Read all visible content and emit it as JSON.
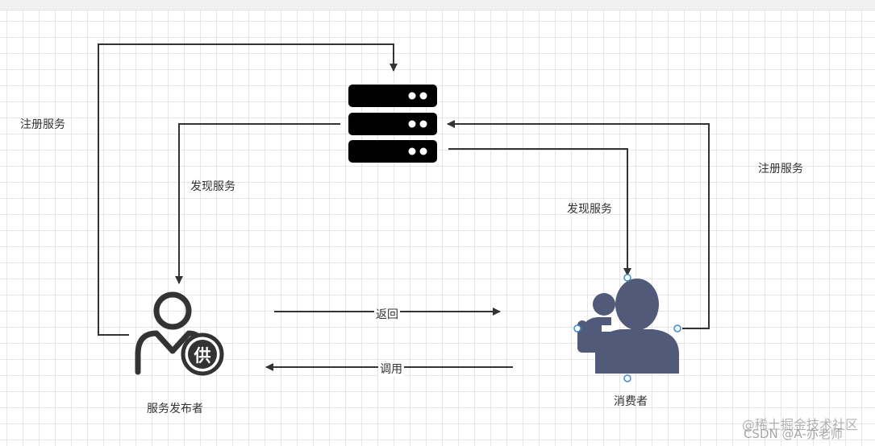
{
  "labels": {
    "register_left": "注册服务",
    "register_right": "注册服务",
    "discover_left": "发现服务",
    "discover_right": "发现服务",
    "return": "返回",
    "invoke": "调用",
    "provider": "服务发布者",
    "consumer": "消费者",
    "provider_badge": "供"
  },
  "watermark": {
    "line1": "@稀土掘金技术社区",
    "line2": "CSDN @A-亦老师"
  },
  "colors": {
    "line": "#333333",
    "server": "#000000",
    "provider": "#333333",
    "consumer": "#515a78",
    "handle": "#3b8bd4"
  }
}
